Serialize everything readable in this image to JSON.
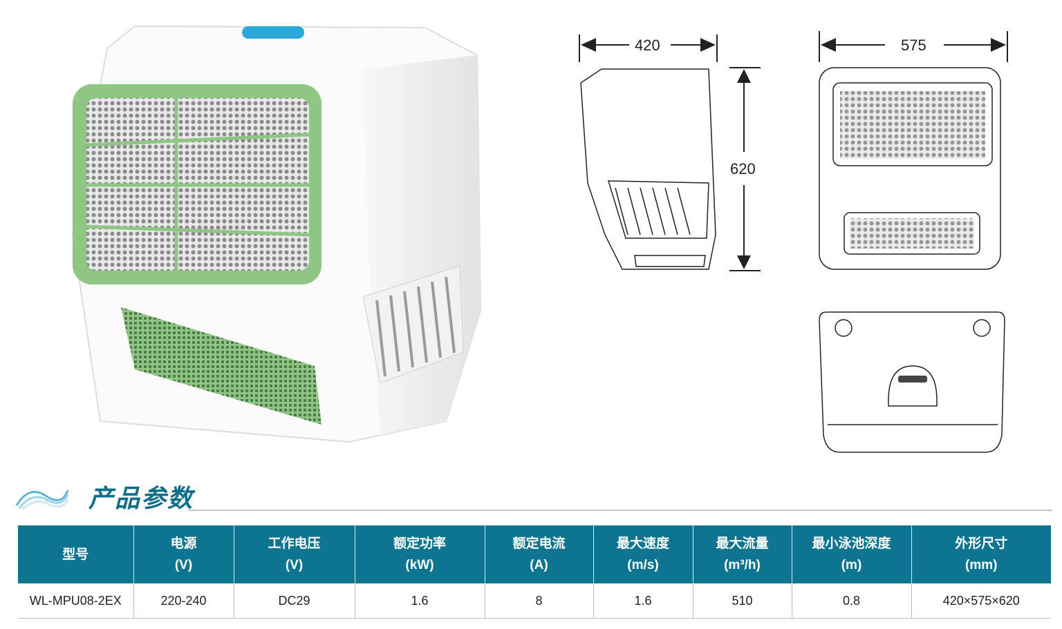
{
  "drawings": {
    "side_width": "420",
    "front_width": "575",
    "height": "620"
  },
  "section": {
    "title": "产品参数"
  },
  "table": {
    "headers": [
      {
        "line1": "型号",
        "line2": ""
      },
      {
        "line1": "电源",
        "line2": "(V)"
      },
      {
        "line1": "工作电压",
        "line2": "(V)"
      },
      {
        "line1": "额定功率",
        "line2": "(kW)"
      },
      {
        "line1": "额定电流",
        "line2": "(A)"
      },
      {
        "line1": "最大速度",
        "line2": "(m/s)"
      },
      {
        "line1": "最大流量",
        "line2": "(m³/h)"
      },
      {
        "line1": "最小泳池深度",
        "line2": "(m)"
      },
      {
        "line1": "外形尺寸",
        "line2": "(mm)"
      }
    ],
    "rows": [
      [
        "WL-MPU08-2EX",
        "220-240",
        "DC29",
        "1.6",
        "8",
        "1.6",
        "510",
        "0.8",
        "420×575×620"
      ]
    ]
  },
  "colors": {
    "accent": "#0e7590",
    "product_green": "#8fc585"
  }
}
